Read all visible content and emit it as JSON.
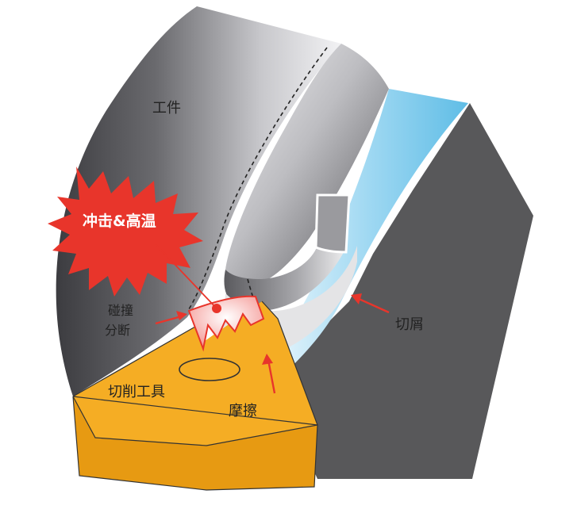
{
  "labels": {
    "workpiece": "工件",
    "impact_heat": "冲击&高温",
    "collision_line1": "碰撞",
    "collision_line2": "分断",
    "tool": "切削工具",
    "friction": "摩擦",
    "chip": "切屑"
  },
  "colors": {
    "workpiece_dark": "#505055",
    "workpiece_light": "#e6e6e8",
    "chip_dark": "#4d4d4f",
    "chip_light": "#e8e8ea",
    "coolant_blue": "#8fd0ee",
    "machine_gray": "#58585a",
    "tool_orange": "#f5ad24",
    "tool_orange_dark": "#d98f0e",
    "burst_red": "#e8352b",
    "arrow_red": "#e8352b",
    "contact_pink": "#f7b3b1"
  }
}
